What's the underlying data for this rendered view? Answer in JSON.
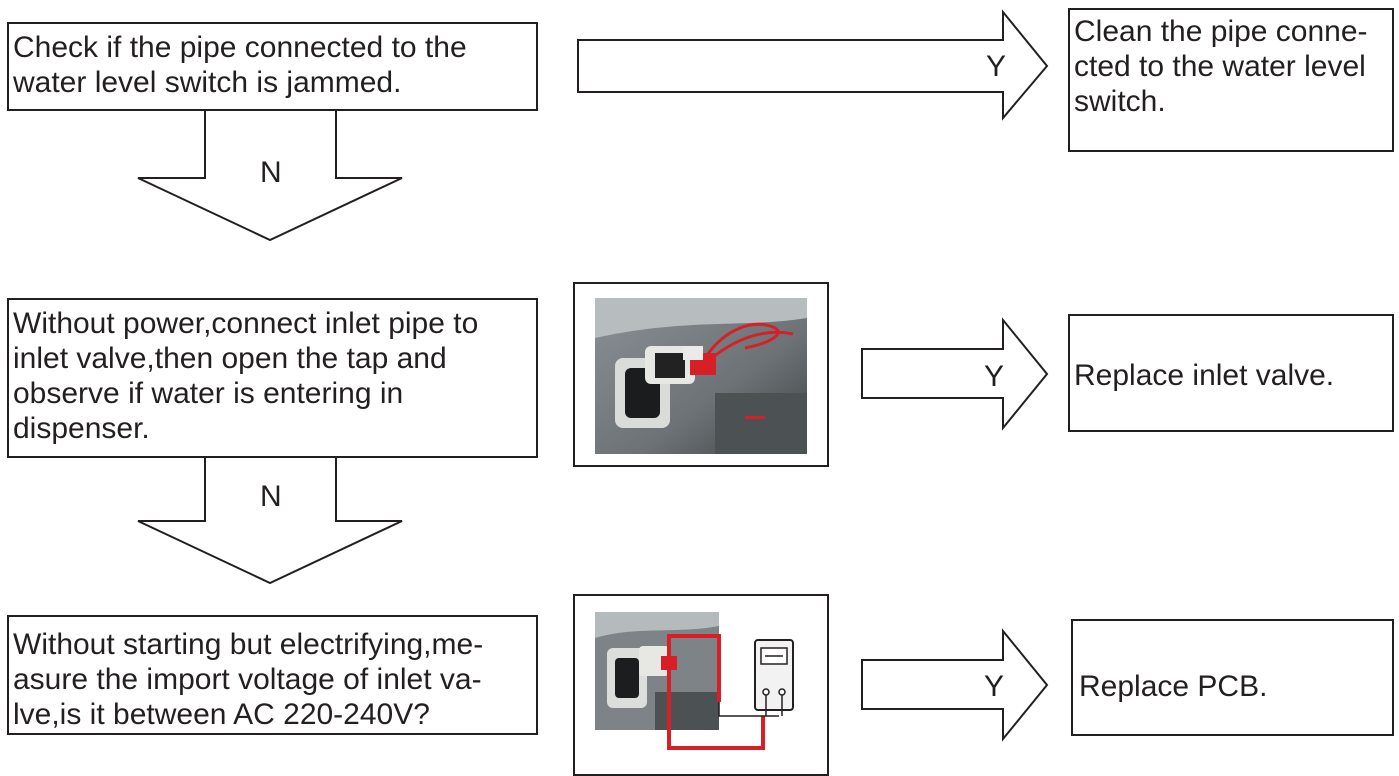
{
  "steps": [
    {
      "text": "Check if the pipe connected to the\nwater level switch is jammed."
    },
    {
      "text": "Without power,connect inlet pipe to\ninlet valve,then open the tap and\nobserve if water is entering in\ndispenser."
    },
    {
      "text": "Without starting but electrifying,me-\nasure the import voltage of inlet va-\nlve,is it between AC 220-240V?"
    }
  ],
  "results": [
    {
      "text": "Clean the pipe conne-\ncted to the water level\nswitch."
    },
    {
      "text": "Replace inlet valve."
    },
    {
      "text": "Replace PCB."
    }
  ],
  "labels": {
    "yes": "Y",
    "no": "N"
  },
  "colors": {
    "stroke": "#231f20",
    "wire": "#e3262d"
  },
  "icons": {
    "photo1": "inlet-valve-photo",
    "photo2": "voltage-measurement-photo"
  }
}
